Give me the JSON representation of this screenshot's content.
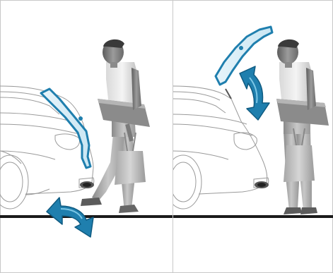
{
  "figure": {
    "panels": [
      {
        "scene": "kick-gesture-under-bumper",
        "arrow": "double-curved-arrow-under-bumper"
      },
      {
        "scene": "tailgate-opened",
        "arrow": "double-vertical-arrow-tailgate-motion"
      }
    ],
    "colors": {
      "accent": "#1f7fae",
      "accent_light": "#4fb3d9",
      "line_art": "#9a9a9a",
      "person": "#7a7a7a",
      "ground": "#1a1a1a",
      "frame": "#c8c8c8"
    }
  }
}
